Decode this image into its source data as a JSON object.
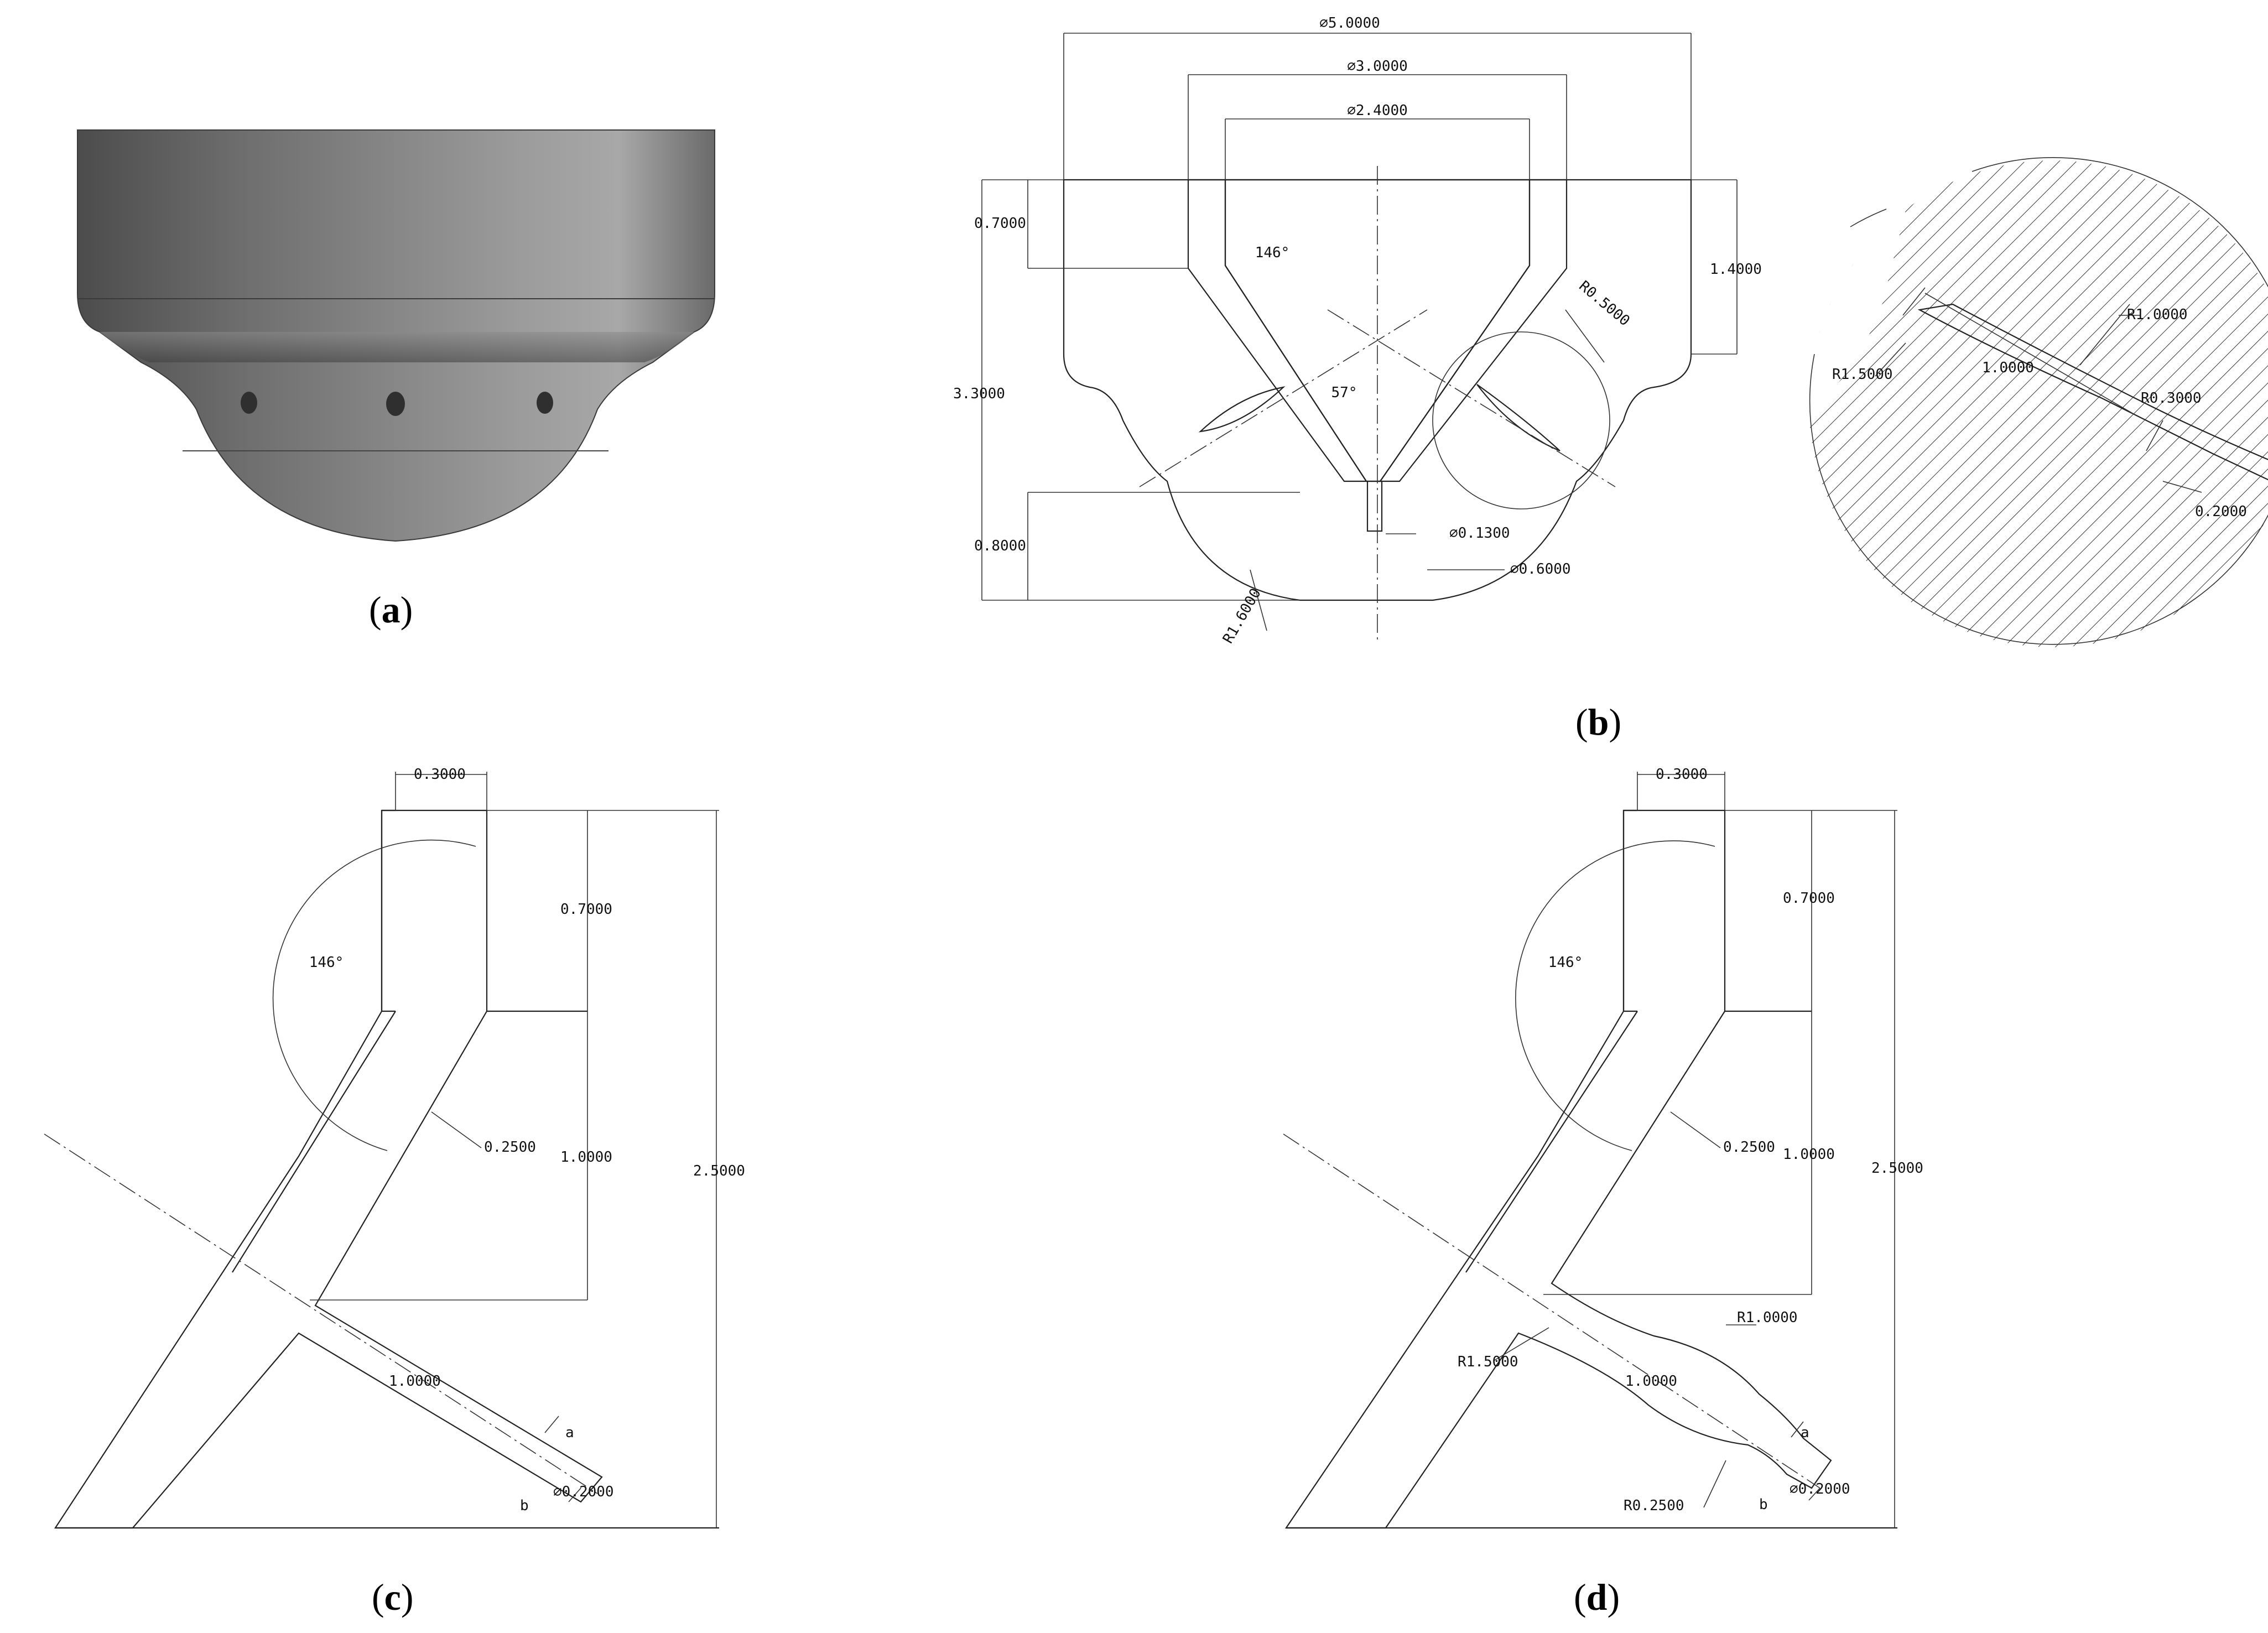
{
  "captions": {
    "a": "(a)",
    "a_letter": "a",
    "b": "(b)",
    "b_letter": "b",
    "c": "(c)",
    "c_letter": "c",
    "d": "(d)",
    "d_letter": "d"
  },
  "panel_b": {
    "dia_outer": "⌀5.0000",
    "dia_mid": "⌀3.0000",
    "dia_inner": "⌀2.4000",
    "h_top": "0.7000",
    "h_right": "1.4000",
    "h_total": "3.3000",
    "h_bottom": "0.8000",
    "angle_cone": "146°",
    "angle_hole": "57°",
    "r_fillet": "R0.5000",
    "dia_orifice": "⌀0.1300",
    "dia_outlet": "⌀0.6000",
    "r_tip": "R1.6000",
    "detail_r1": "R1.0000",
    "detail_r15": "R1.5000",
    "detail_len": "1.0000",
    "detail_r03": "R0.3000",
    "detail_w": "0.2000"
  },
  "panel_c": {
    "w_top": "0.3000",
    "h_top": "0.7000",
    "angle": "146°",
    "gap": "0.2500",
    "h_mid": "1.0000",
    "h_total": "2.5000",
    "hole_len": "1.0000",
    "pt_a": "a",
    "pt_b": "b",
    "hole_dia": "⌀0.2000"
  },
  "panel_d": {
    "w_top": "0.3000",
    "h_top": "0.7000",
    "angle": "146°",
    "gap": "0.2500",
    "h_mid": "1.0000",
    "h_total": "2.5000",
    "r_big": "R1.0000",
    "r_entry": "R1.5000",
    "hole_len": "1.0000",
    "r_exit": "R0.2500",
    "pt_a": "a",
    "pt_b": "b",
    "hole_dia": "⌀0.2000"
  },
  "colors": {
    "hatch": "#333333",
    "metal_dark": "#5a5a5a",
    "metal_light": "#9a9a9a"
  }
}
